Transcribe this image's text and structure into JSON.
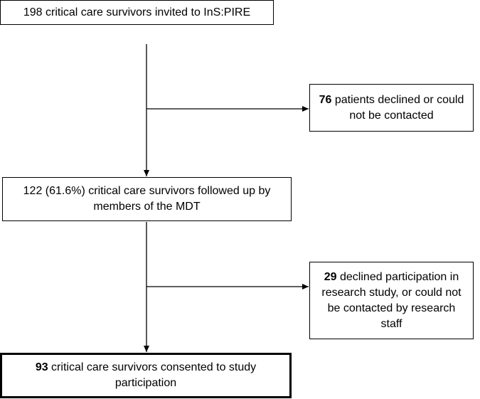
{
  "boxes": {
    "invited": {
      "text": "198 critical care survivors invited to InS:PIRE"
    },
    "declined_first": {
      "bold": "76",
      "text": " patients declined or could not be contacted"
    },
    "followed_up": {
      "text": "122 (61.6%) critical care survivors followed up by members of the MDT"
    },
    "declined_second": {
      "bold": "29",
      "text": " declined participation in research study, or could not be contacted by research staff"
    },
    "consented": {
      "bold": "93",
      "text": " critical care survivors consented to study participation"
    }
  },
  "colors": {
    "line": "#000000",
    "box_border": "#000000",
    "background": "#ffffff"
  }
}
